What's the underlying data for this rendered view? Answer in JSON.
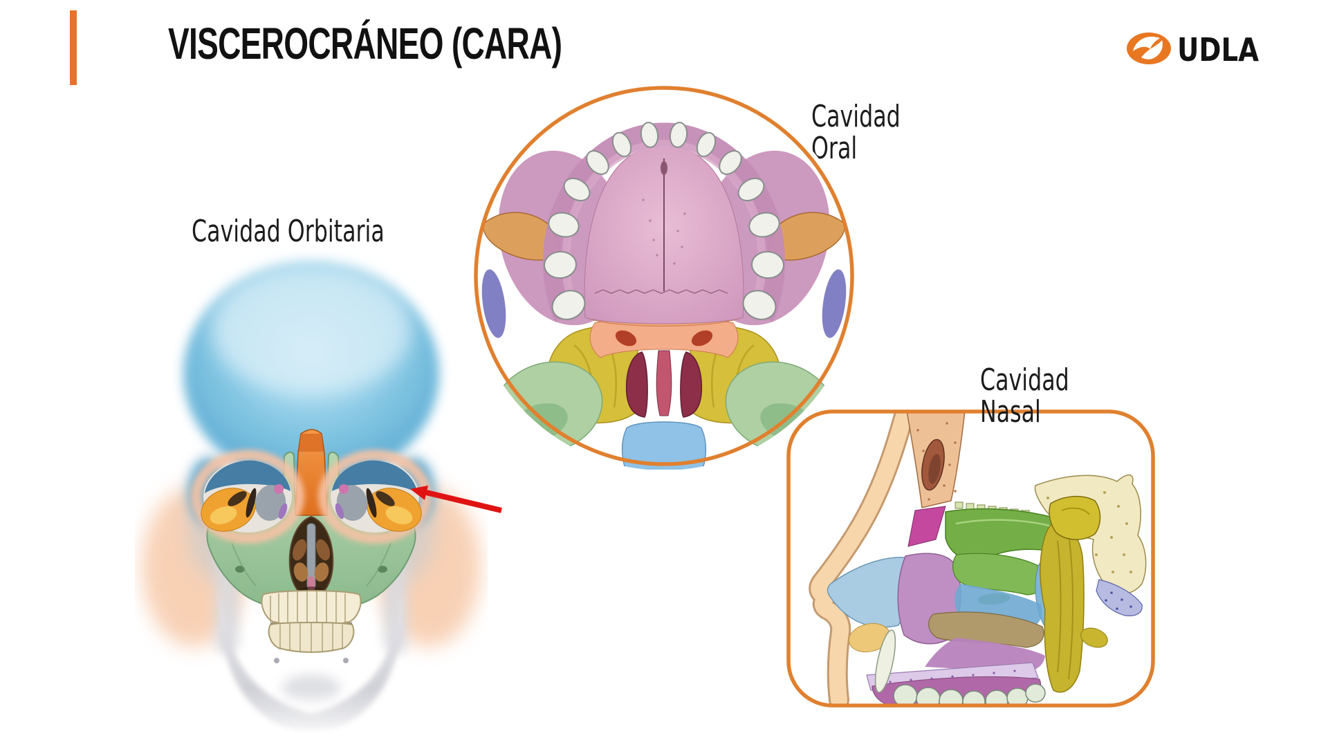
{
  "slide": {
    "title": "VISCEROCRÁNEO (CARA)",
    "background_color": "#ffffff",
    "accent_bar_color": "#e8722c"
  },
  "logo": {
    "text": "UDLA",
    "text_color": "#121212",
    "mark_color": "#e87722",
    "mark_icon": "udla-swoosh-icon"
  },
  "labels": {
    "orbital": "Cavidad Orbitaria",
    "oral": "Cavidad Oral",
    "nasal": "Cavidad Nasal"
  },
  "figures": {
    "skull_front": {
      "name": "skull-anterior-view",
      "highlight_color": "#56aed8",
      "face_color": "#8cbc8e",
      "orbit_color": "#f0a231",
      "nasal_bridge_color": "#e87826"
    },
    "oral": {
      "name": "hard-palate-inferior-view",
      "ring_color": "#e0802f",
      "palate_color": "#dca6c6",
      "palatine_color": "#f2a578",
      "vomer_color": "#8e2f4a"
    },
    "nasal": {
      "name": "nasal-cavity-sagittal-view",
      "frame_color": "#e0802f",
      "concha_color": "#74ae46",
      "sphenoid_color": "#c6b32e"
    }
  },
  "annotations": {
    "arrow_color": "#e01313"
  }
}
